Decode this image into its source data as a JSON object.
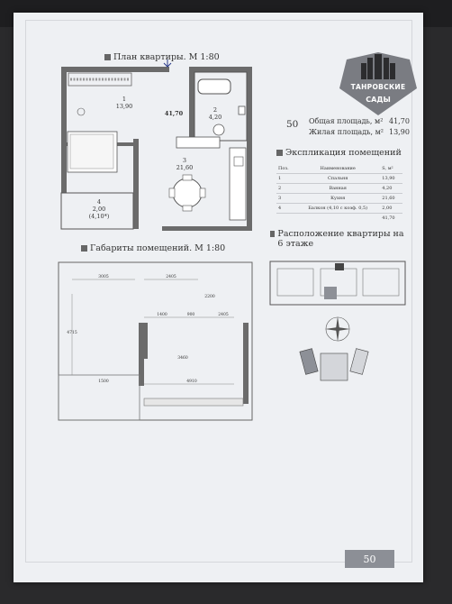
{
  "plan_title": "План квартиры. М 1:80",
  "dims_title": "Габариты помещений. М 1:80",
  "location_title": "Расположение квартиры на 6 этаже",
  "explication_title": "Экспликация помещений",
  "logo": {
    "line1": "ТАНРОВСКИЕ",
    "line2": "САДЫ"
  },
  "apartment_number": "50",
  "total_area_label": "Общая площадь, м²",
  "total_area_value": "41,70",
  "living_area_label": "Жилая площадь, м²",
  "living_area_value": "13,90",
  "plan_labels": {
    "room1_num": "1",
    "room1_area": "13,90",
    "total": "41,70",
    "room2_num": "2",
    "room2_area": "4,20",
    "room3_num": "3",
    "room3_area": "21,60",
    "room4_num": "4",
    "room4_area": "2,00",
    "room4_area_full": "(4,10*)"
  },
  "explication": {
    "headers": [
      "Поз.",
      "Наименование",
      "S, м²"
    ],
    "rows": [
      [
        "1",
        "Спальня",
        "13,90"
      ],
      [
        "2",
        "Ванная",
        "4,20"
      ],
      [
        "3",
        "Кухня",
        "21,60"
      ],
      [
        "4",
        "Балкон (4,10 с коэф. 0,5)",
        "2,00"
      ]
    ],
    "total": "41,70"
  },
  "dims": {
    "d1": "3005",
    "d2": "2405",
    "d3": "2200",
    "d4": "4715",
    "d5": "1400",
    "d6": "900",
    "d7": "2405",
    "d8": "3460",
    "d9": "4910",
    "d10": "1500"
  },
  "page_number": "50"
}
